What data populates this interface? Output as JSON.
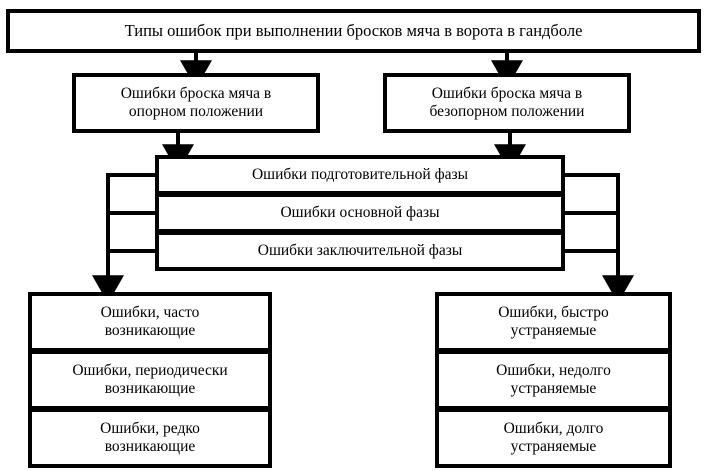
{
  "diagram": {
    "title": "Типы ошибок при выполнении бросков мяча в ворота в гандболе",
    "level2": [
      {
        "label": "Ошибки броска мяча в\nопорном положении"
      },
      {
        "label": "Ошибки броска мяча в\nбезопорном положении"
      }
    ],
    "phases": [
      {
        "label": "Ошибки подготовительной фазы"
      },
      {
        "label": "Ошибки основной фазы"
      },
      {
        "label": "Ошибки заключительной фазы"
      }
    ],
    "frequency": [
      {
        "label": "Ошибки, часто\nвозникающие"
      },
      {
        "label": "Ошибки, периодически\nвозникающие"
      },
      {
        "label": "Ошибки, редко\nвозникающие"
      }
    ],
    "correction": [
      {
        "label": "Ошибки, быстро\nустраняемые"
      },
      {
        "label": "Ошибки, недолго\nустраняемые"
      },
      {
        "label": "Ошибки, долго\nустраняемые"
      }
    ],
    "colors": {
      "line": "#000000",
      "background": "#ffffff",
      "text": "#000000"
    }
  }
}
